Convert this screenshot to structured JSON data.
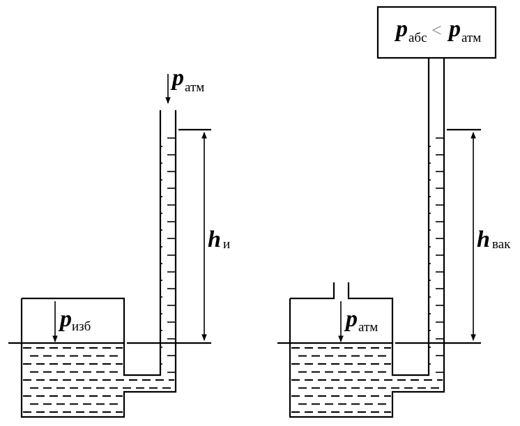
{
  "left_manometer": {
    "top_pressure": {
      "symbol": "p",
      "subscript": "атм"
    },
    "vessel_pressure": {
      "symbol": "p",
      "subscript": "изб"
    },
    "height": {
      "symbol": "h",
      "subscript": "и"
    }
  },
  "right_manometer": {
    "box_label": {
      "left_symbol": "p",
      "left_subscript": "абс",
      "relation": "<",
      "right_symbol": "p",
      "right_subscript": "атм"
    },
    "vessel_pressure": {
      "symbol": "p",
      "subscript": "атм"
    },
    "height": {
      "symbol": "h",
      "subscript": "вак"
    }
  }
}
